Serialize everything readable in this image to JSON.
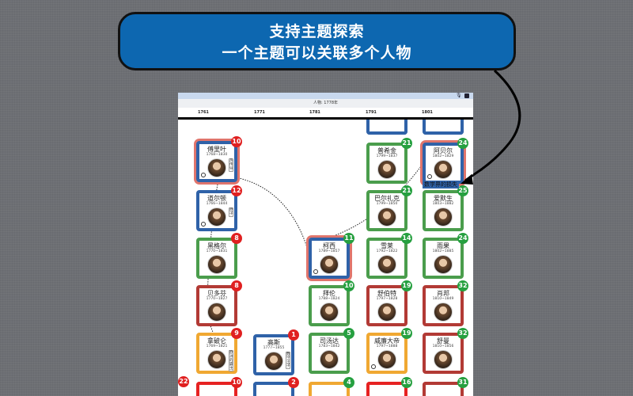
{
  "callout": {
    "line1": "支持主题探索",
    "line2": "一个主题可以关联多个人物"
  },
  "app": {
    "title": "人物: 1778年",
    "icons": [
      "microphone-icon",
      "fullscreen-icon"
    ]
  },
  "timeline": {
    "ticks": [
      "1761",
      "1771",
      "1781",
      "1791",
      "1801"
    ]
  },
  "colors": {
    "blue": "#2f62a8",
    "green": "#4a9d4c",
    "darkred": "#b23a35",
    "orange": "#f0a832",
    "red": "#e62222",
    "badge_red": "#e02020",
    "badge_green": "#26a040",
    "highlight": "#e0756c"
  },
  "cards": [
    {
      "name": "傅里叶",
      "years": "1768~1830",
      "color": "blue",
      "badge": "10",
      "badge_color": "badge_red",
      "highlight": true,
      "tag": "热传导",
      "comment": true
    },
    {
      "name": "道尔顿",
      "years": "1766~1844",
      "color": "blue",
      "badge": "12",
      "badge_color": "badge_red",
      "tag": "原子",
      "comment": true
    },
    {
      "name": "黑格尔",
      "years": "1770~1831",
      "color": "green",
      "badge": "8",
      "badge_color": "badge_red"
    },
    {
      "name": "贝多芬",
      "years": "1770~1827",
      "color": "darkred",
      "badge": "8",
      "badge_color": "badge_red"
    },
    {
      "name": "拿破仑",
      "years": "1769~1821",
      "color": "orange",
      "badge": "9",
      "badge_color": "badge_red",
      "tag": "欧洲的霸主"
    },
    {
      "name": "",
      "years": "",
      "color": "red",
      "badge": "10",
      "badge_color": "badge_red"
    },
    {
      "name": "高斯",
      "years": "1777~1855",
      "color": "blue",
      "badge": "1",
      "badge_color": "badge_red",
      "tag": "数学王子"
    },
    {
      "name": "",
      "years": "",
      "color": "blue",
      "badge": "2",
      "badge_color": "badge_red"
    },
    {
      "name": "柯西",
      "years": "1789~1857",
      "color": "blue",
      "badge": "11",
      "badge_color": "badge_green",
      "highlight": true,
      "comment": true
    },
    {
      "name": "拜伦",
      "years": "1788~1824",
      "color": "green",
      "badge": "10",
      "badge_color": "badge_green"
    },
    {
      "name": "司汤达",
      "years": "1783~1842",
      "color": "green",
      "badge": "5",
      "badge_color": "badge_green"
    },
    {
      "name": "",
      "years": "",
      "color": "orange",
      "badge": "4",
      "badge_color": "badge_green"
    },
    {
      "name": "",
      "years": "",
      "color": "blue",
      "badge": "",
      "badge_color": "badge_green"
    },
    {
      "name": "普希金",
      "years": "1799~1837",
      "color": "green",
      "badge": "21",
      "badge_color": "badge_green"
    },
    {
      "name": "巴尔扎克",
      "years": "1799~1850",
      "color": "green",
      "badge": "21",
      "badge_color": "badge_green"
    },
    {
      "name": "雪莱",
      "years": "1792~1822",
      "color": "green",
      "badge": "14",
      "badge_color": "badge_green"
    },
    {
      "name": "舒伯特",
      "years": "1797~1828",
      "color": "darkred",
      "badge": "19",
      "badge_color": "badge_green"
    },
    {
      "name": "威廉大帝",
      "years": "1797~1888",
      "color": "orange",
      "badge": "19",
      "badge_color": "badge_green",
      "comment": true
    },
    {
      "name": "",
      "years": "",
      "color": "red",
      "badge": "16",
      "badge_color": "badge_green"
    },
    {
      "name": "",
      "years": "",
      "color": "blue",
      "badge": "",
      "badge_color": "badge_green"
    },
    {
      "name": "阿贝尔",
      "years": "1802~1829",
      "color": "blue",
      "badge": "24",
      "badge_color": "badge_green",
      "highlight": true,
      "comment": true
    },
    {
      "name": "爱默生",
      "years": "1803~1882",
      "color": "green",
      "badge": "25",
      "badge_color": "badge_green"
    },
    {
      "name": "雨果",
      "years": "1802~1885",
      "color": "green",
      "badge": "24",
      "badge_color": "badge_green"
    },
    {
      "name": "肖邦",
      "years": "1810~1849",
      "color": "darkred",
      "badge": "32",
      "badge_color": "badge_green"
    },
    {
      "name": "舒曼",
      "years": "1810~1856",
      "color": "darkred",
      "badge": "32",
      "badge_color": "badge_green"
    },
    {
      "name": "",
      "years": "",
      "color": "darkred",
      "badge": "31",
      "badge_color": "badge_green"
    }
  ],
  "abel_label": "数学界的损失",
  "edge_badge": "22"
}
